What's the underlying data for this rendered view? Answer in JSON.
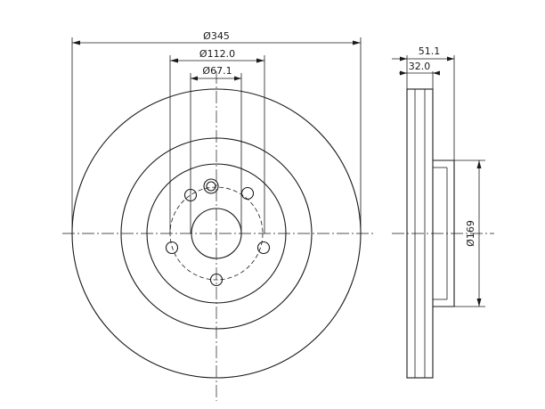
{
  "dimensions": {
    "outer_diameter": "Ø345",
    "pcd_diameter": "Ø112.0",
    "center_bore": "Ø67.1",
    "thickness_total": "51.1",
    "disc_thickness": "32.0",
    "hat_diameter": "Ø169"
  },
  "colors": {
    "line": "#1a1a1a",
    "background": "#ffffff"
  }
}
